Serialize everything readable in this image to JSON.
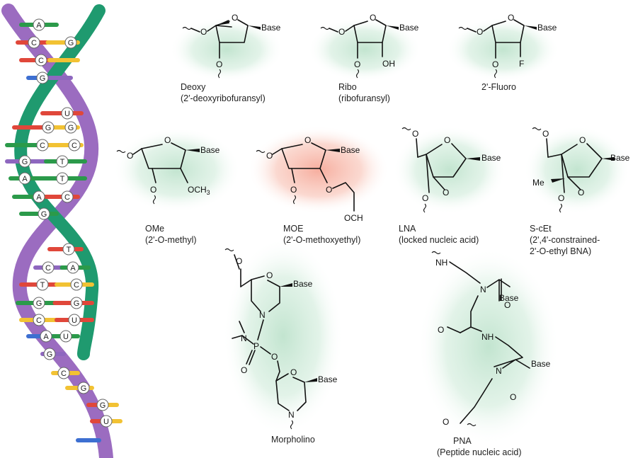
{
  "colors": {
    "backbone_purple": "#9b6cc0",
    "backbone_green": "#1f9a6f",
    "glow_green": "#c9e9d7",
    "glow_red": "#f7b7a8",
    "rung_red": "#e0473a",
    "rung_yellow": "#f2c233",
    "rung_green": "#2b9a4a",
    "rung_blue": "#3d6fd1",
    "rung_purple": "#8e67bf"
  },
  "helix": {
    "bases": [
      "A",
      "C",
      "G",
      "C",
      "G",
      "U",
      "G",
      "G",
      "C",
      "C",
      "G",
      "T",
      "A",
      "T",
      "A",
      "C",
      "G",
      "T",
      "C",
      "A",
      "T",
      "C",
      "G",
      "G",
      "C",
      "U",
      "A",
      "U",
      "G",
      "C",
      "G",
      "G",
      "U"
    ]
  },
  "molecules": [
    {
      "id": "deoxy",
      "base": "Base",
      "caption_line1": "Deoxy",
      "caption_line2": "(2′-deoxyribofuransyl)",
      "ring_atom": "O"
    },
    {
      "id": "ribo",
      "base": "Base",
      "substituent": "OH",
      "caption_line1": "Ribo",
      "caption_line2": "(ribofuransyl)",
      "ring_atom": "O"
    },
    {
      "id": "fluoro",
      "base": "Base",
      "substituent": "F",
      "caption_line1": "2'-Fluoro",
      "ring_atom": "O"
    },
    {
      "id": "ome",
      "base": "Base",
      "substituent": "OCH",
      "substituent_sub": "3",
      "caption_line1": "OMe",
      "caption_line2": "(2'-O-methyl)",
      "ring_atom": "O"
    },
    {
      "id": "moe",
      "base": "Base",
      "substituent": "OCH",
      "caption_line1": "MOE",
      "caption_line2": "(2'-O-methoxyethyl)",
      "ring_atom": "O"
    },
    {
      "id": "lna",
      "base": "Base",
      "caption_line1": "LNA",
      "caption_line2": "(locked nucleic acid)",
      "ring_atom": "O"
    },
    {
      "id": "scet",
      "base": "Base",
      "methyl": "Me",
      "caption_line1": "S-cEt",
      "caption_line2": "(2',4'-constrained-",
      "caption_line3": "2'-O-ethyl BNA)",
      "ring_atom": "O"
    },
    {
      "id": "morpholino",
      "base": "Base",
      "base2": "Base",
      "caption_line1": "Morpholino",
      "ring_atom": "O",
      "n_atom": "N",
      "p_atom": "P"
    },
    {
      "id": "pna",
      "base": "Base",
      "base2": "Base",
      "caption_line1": "PNA",
      "caption_line2": "(Peptide nucleic acid)",
      "n_atom": "N",
      "nh_atom": "NH",
      "o_atom": "O"
    }
  ]
}
